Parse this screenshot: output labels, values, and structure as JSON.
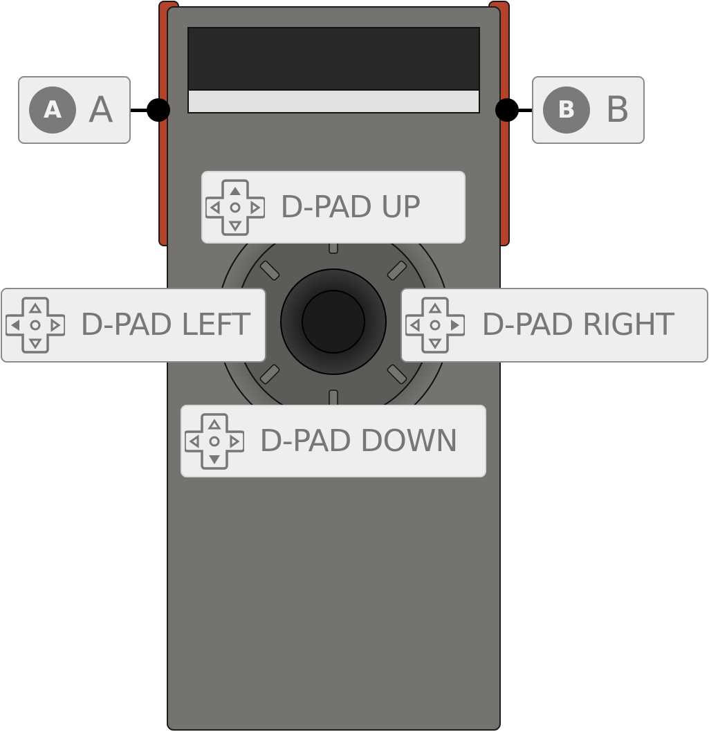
{
  "device": {
    "body_color": "#75736f",
    "rail_color": "#b5432a",
    "screen_color": "#282828",
    "screen_strip_color": "#e1e1df",
    "label_bg": "#eeeeee",
    "label_text_color": "#777777"
  },
  "buttons": {
    "a": {
      "badge": "A",
      "label": "A"
    },
    "b": {
      "badge": "B",
      "label": "B"
    }
  },
  "dpad": {
    "up": {
      "label": "D-PAD UP",
      "icon": "dpad-up-icon",
      "highlight": "up"
    },
    "left": {
      "label": "D-PAD LEFT",
      "icon": "dpad-left-icon",
      "highlight": "left"
    },
    "right": {
      "label": "D-PAD RIGHT",
      "icon": "dpad-right-icon",
      "highlight": "right"
    },
    "down": {
      "label": "D-PAD DOWN",
      "icon": "dpad-down-icon",
      "highlight": "down"
    }
  }
}
